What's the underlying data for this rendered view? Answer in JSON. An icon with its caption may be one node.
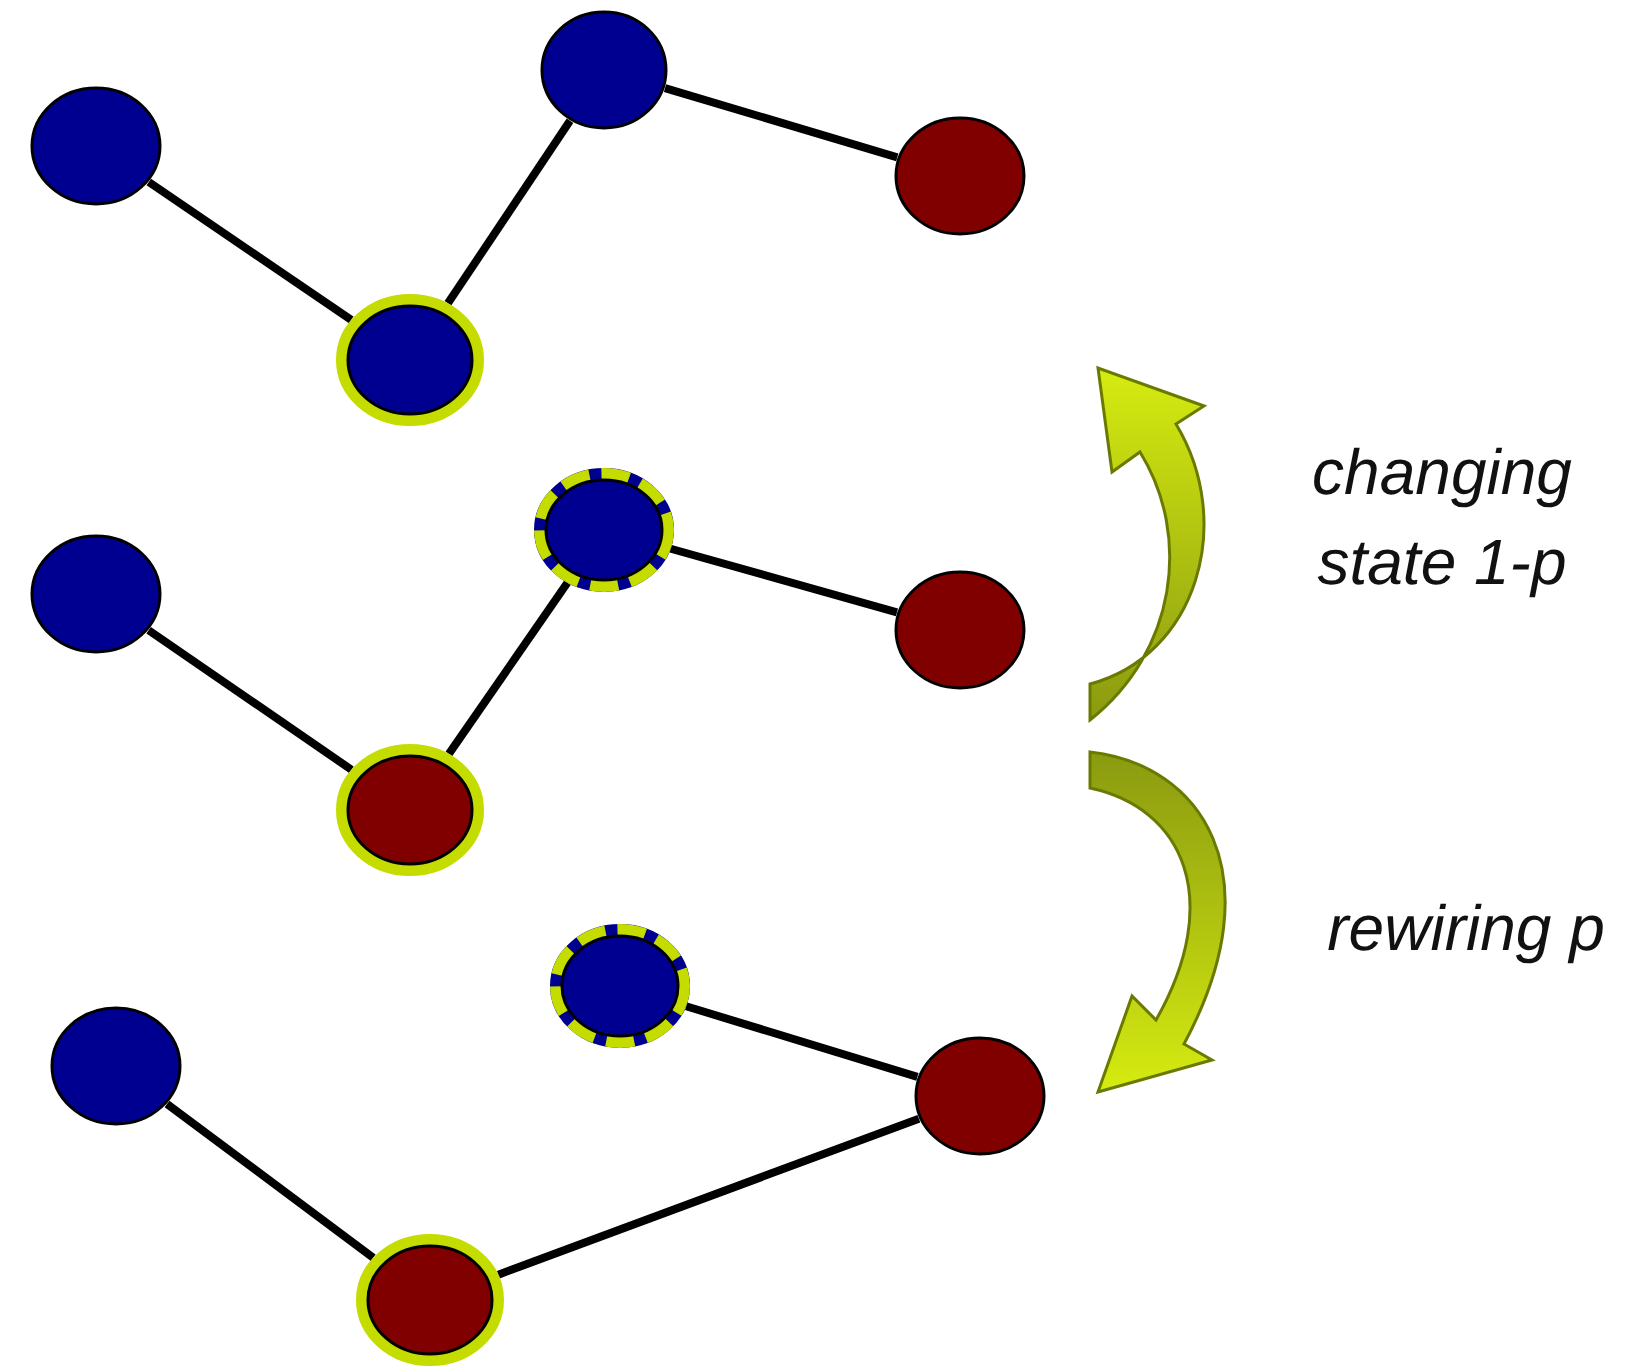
{
  "diagram": {
    "nodes": [
      {
        "text": [],
        "shape": "circle"
      },
      {
        "text": [],
        "shape": "circle"
      },
      {
        "text": [],
        "shape": "circle"
      },
      {
        "text": [],
        "shape": "circle"
      },
      {
        "text": [],
        "shape": "circle"
      },
      {
        "text": [],
        "shape": "circle"
      },
      {
        "text": [],
        "shape": "circle"
      },
      {
        "text": [],
        "shape": "circle"
      },
      {
        "text": [],
        "shape": "circle"
      },
      {
        "text": [],
        "shape": "circle"
      },
      {
        "text": [],
        "shape": "circle"
      },
      {
        "text": [],
        "shape": "circle"
      }
    ],
    "edges": [
      {
        "from": 0,
        "to": 2,
        "arrow": "none"
      },
      {
        "from": 2,
        "to": 1,
        "arrow": "none"
      },
      {
        "from": 1,
        "to": 3,
        "arrow": "none"
      },
      {
        "from": 4,
        "to": 6,
        "arrow": "none"
      },
      {
        "from": 6,
        "to": 5,
        "arrow": "none"
      },
      {
        "from": 5,
        "to": 7,
        "arrow": "none"
      },
      {
        "from": 8,
        "to": 11,
        "arrow": "none"
      },
      {
        "from": 11,
        "to": 10,
        "arrow": "none"
      },
      {
        "from": 9,
        "to": 10,
        "arrow": "none"
      }
    ],
    "labels": [
      "changing state 1-p",
      "rewiring p"
    ]
  }
}
